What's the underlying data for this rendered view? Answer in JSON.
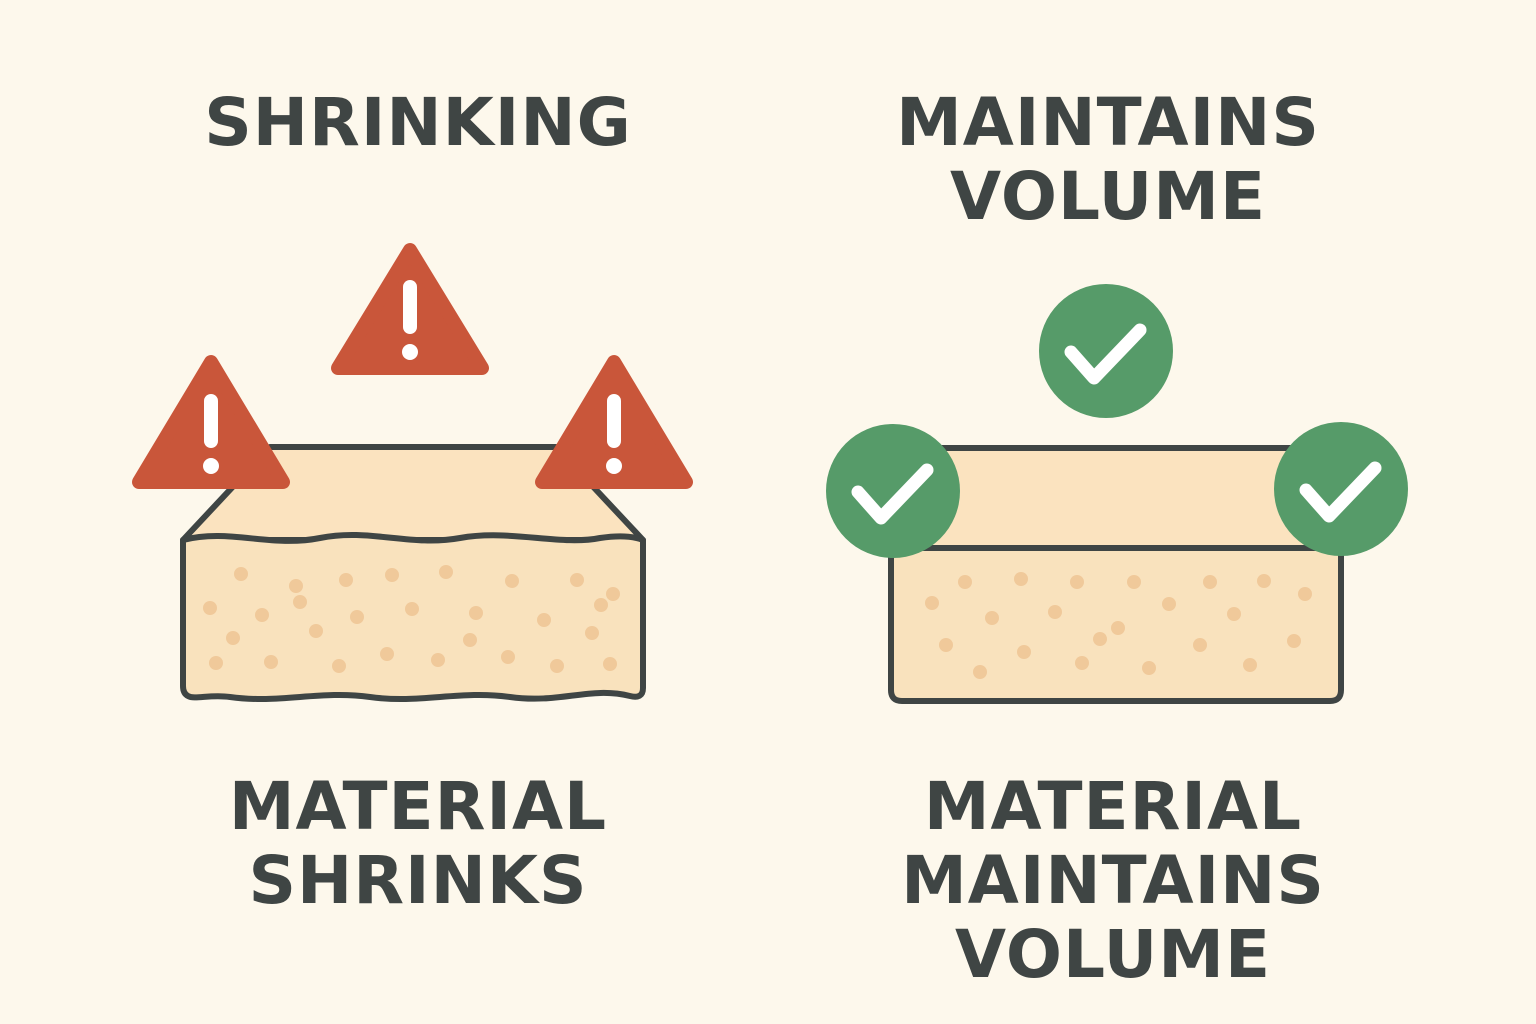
{
  "left_panel": {
    "title": "SHRINKING",
    "caption_lines": [
      "MATERIAL",
      "SHRINKS"
    ],
    "status_icon": "warning-triangle-icon"
  },
  "right_panel": {
    "title_lines": [
      "MAINTAINS",
      "VOLUME"
    ],
    "caption_lines": [
      "MATERIAL",
      "MAINTAINS VOLUME"
    ],
    "status_icon": "check-circle-icon"
  },
  "colors": {
    "background": "#fdf8ec",
    "text": "#3f4544",
    "warning": "#c9563a",
    "success": "#569b69",
    "material_top": "#fbe3bf",
    "material_body": "#f9e2bd",
    "material_dots": "#f0c99a",
    "outline": "#3f4544"
  }
}
